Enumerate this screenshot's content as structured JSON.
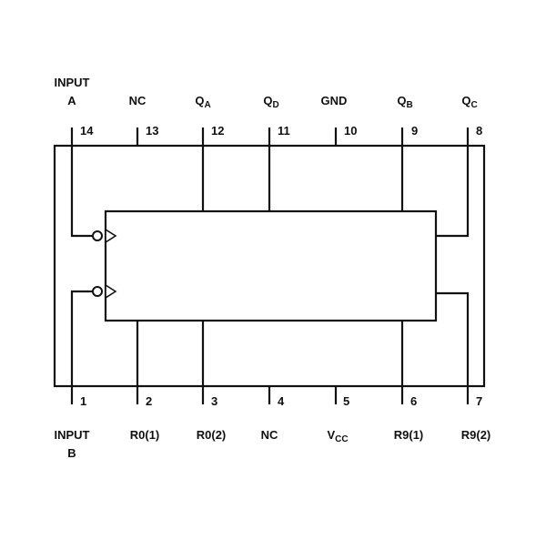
{
  "top_pins": [
    {
      "pin": "14",
      "label": "A",
      "label_top": "INPUT"
    },
    {
      "pin": "13",
      "label": "NC"
    },
    {
      "pin": "12",
      "label": "Q",
      "sub": "A"
    },
    {
      "pin": "11",
      "label": "Q",
      "sub": "D"
    },
    {
      "pin": "10",
      "label": "GND"
    },
    {
      "pin": "9",
      "label": "Q",
      "sub": "B"
    },
    {
      "pin": "8",
      "label": "Q",
      "sub": "C"
    }
  ],
  "bottom_pins": [
    {
      "pin": "1",
      "label": "INPUT",
      "label_bottom": "B"
    },
    {
      "pin": "2",
      "label": "R0(1)"
    },
    {
      "pin": "3",
      "label": "R0(2)"
    },
    {
      "pin": "4",
      "label": "NC"
    },
    {
      "pin": "5",
      "label": "V",
      "sub": "CC"
    },
    {
      "pin": "6",
      "label": "R9(1)"
    },
    {
      "pin": "7",
      "label": "R9(2)"
    }
  ]
}
